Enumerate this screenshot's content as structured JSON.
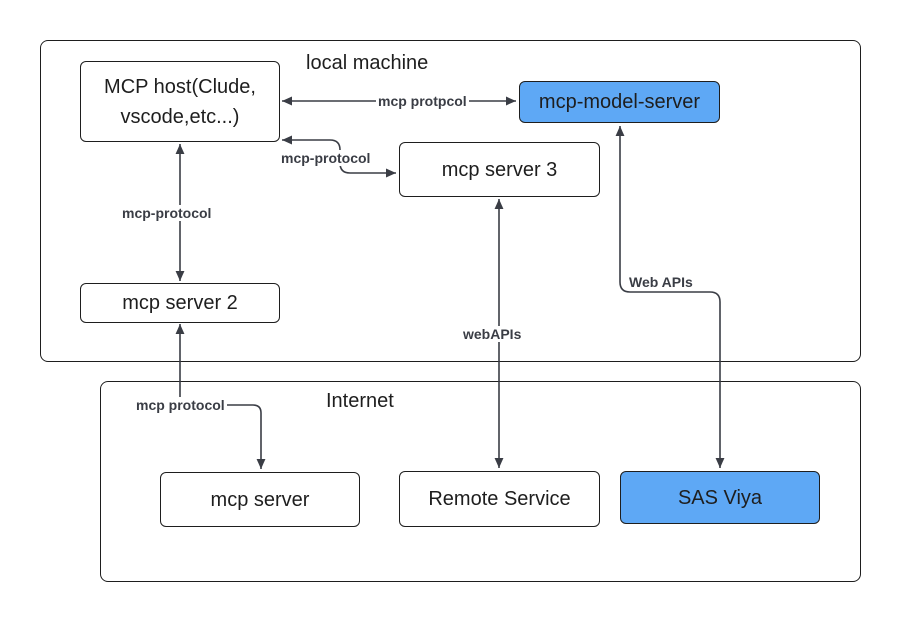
{
  "regions": {
    "local": {
      "title": "local machine"
    },
    "internet": {
      "title": "Internet"
    }
  },
  "nodes": {
    "mcp_host": {
      "label": "MCP host(Clude,\nvscode,etc...)"
    },
    "mcp_model_server": {
      "label": "mcp-model-server"
    },
    "mcp_server_3": {
      "label": "mcp server 3"
    },
    "mcp_server_2": {
      "label": "mcp server 2"
    },
    "mcp_server": {
      "label": "mcp server"
    },
    "remote_service": {
      "label": "Remote Service"
    },
    "sas_viya": {
      "label": "SAS Viya"
    }
  },
  "edges": {
    "host_model": {
      "label": "mcp protpcol"
    },
    "host_server3": {
      "label": "mcp-protocol"
    },
    "host_server2": {
      "label": "mcp-protocol"
    },
    "server2_mcpserver": {
      "label": "mcp protocol"
    },
    "server3_remote": {
      "label": "webAPIs"
    },
    "model_sas": {
      "label": "Web APIs"
    }
  },
  "colors": {
    "accent_node": "#5ea8f5",
    "stroke": "#1e1e1e",
    "connector": "#3a3d45"
  }
}
